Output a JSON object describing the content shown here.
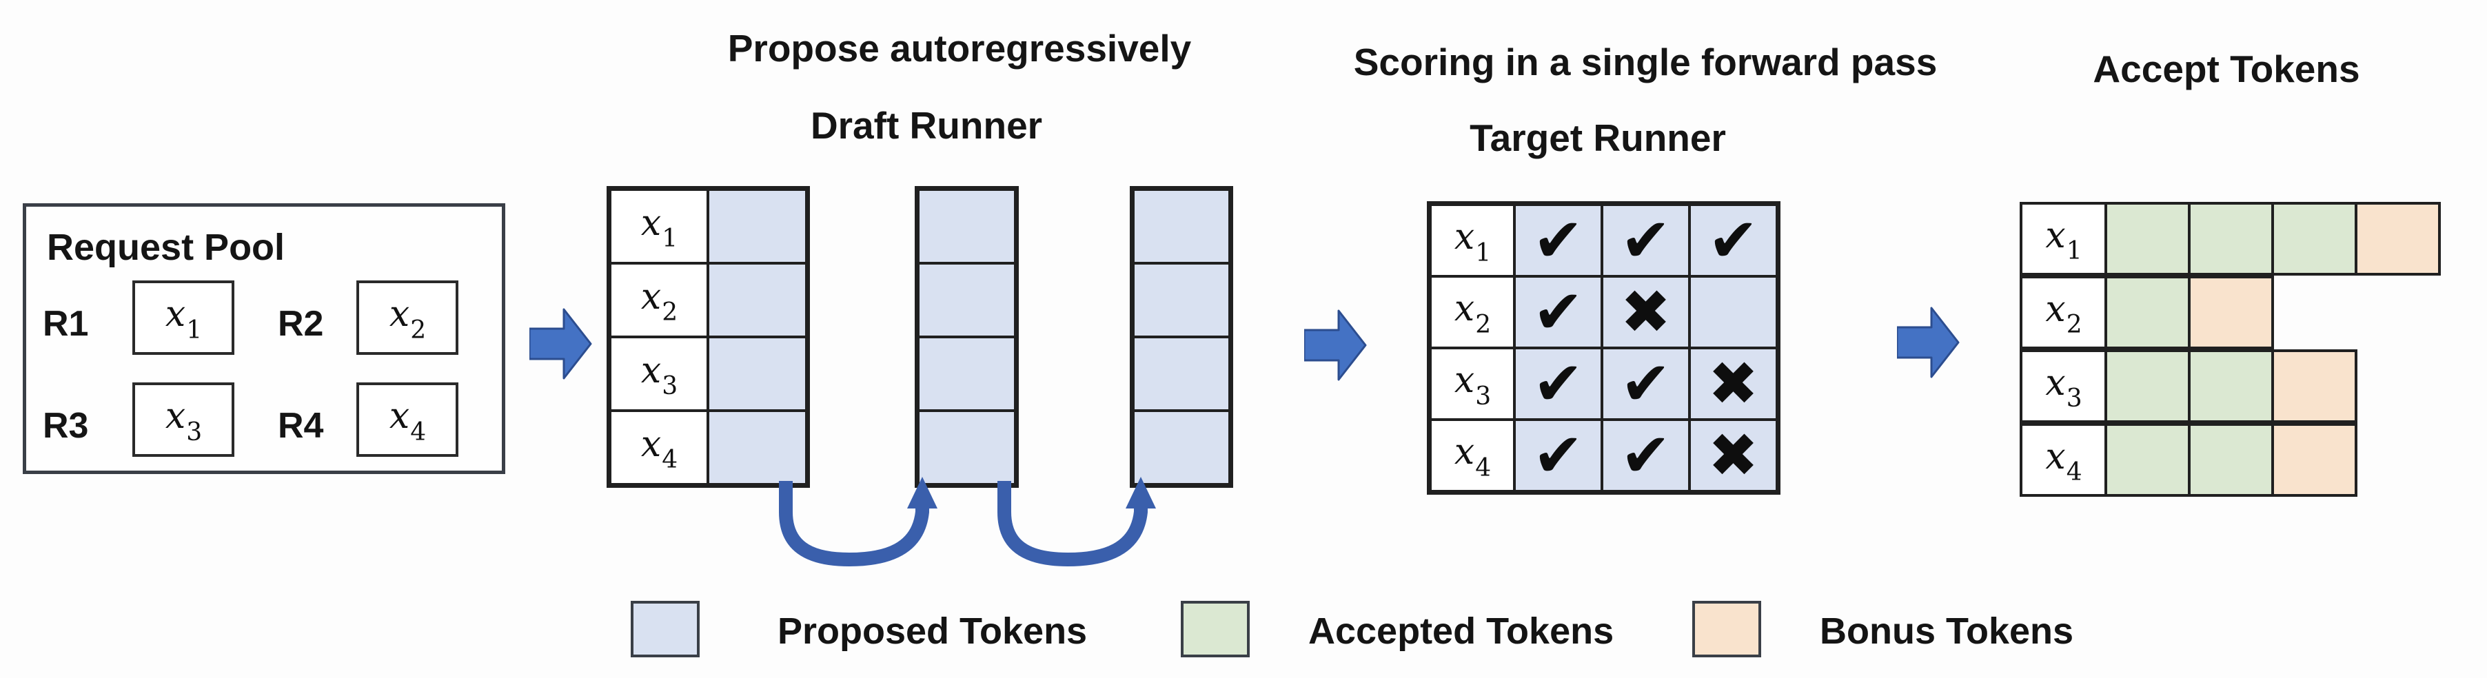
{
  "tokens": [
    {
      "base": "x",
      "sub": "1"
    },
    {
      "base": "x",
      "sub": "2"
    },
    {
      "base": "x",
      "sub": "3"
    },
    {
      "base": "x",
      "sub": "4"
    }
  ],
  "request_pool": {
    "title": "Request Pool",
    "requests": [
      {
        "label": "R1"
      },
      {
        "label": "R2"
      },
      {
        "label": "R3"
      },
      {
        "label": "R4"
      }
    ]
  },
  "draft": {
    "title": "Propose autoregressively",
    "subtitle": "Draft Runner"
  },
  "target": {
    "title": "Scoring in a single forward pass",
    "subtitle": "Target Runner",
    "marks": [
      [
        "✔",
        "✔",
        "✔"
      ],
      [
        "✔",
        "✖",
        ""
      ],
      [
        "✔",
        "✔",
        "✖"
      ],
      [
        "✔",
        "✔",
        "✖"
      ]
    ]
  },
  "accept": {
    "title": "Accept Tokens",
    "rows": [
      [
        "accepted",
        "accepted",
        "accepted",
        "bonus"
      ],
      [
        "accepted",
        "bonus"
      ],
      [
        "accepted",
        "accepted",
        "bonus"
      ],
      [
        "accepted",
        "accepted",
        "bonus"
      ]
    ]
  },
  "legend": {
    "items": [
      {
        "label": "Proposed Tokens",
        "color": "#d9e1f1"
      },
      {
        "label": "Accepted Tokens",
        "color": "#dbe8d2"
      },
      {
        "label": "Bonus Tokens",
        "color": "#f9e3cd"
      }
    ]
  },
  "colors": {
    "proposed": "#d9e1f1",
    "accepted": "#dbe8d2",
    "bonus": "#f9e3cd",
    "arrow_fill": "#4472c4",
    "arrow_outline": "#2c4d8f",
    "loop_arrow": "#3a5fac",
    "table_border": "#202020"
  }
}
